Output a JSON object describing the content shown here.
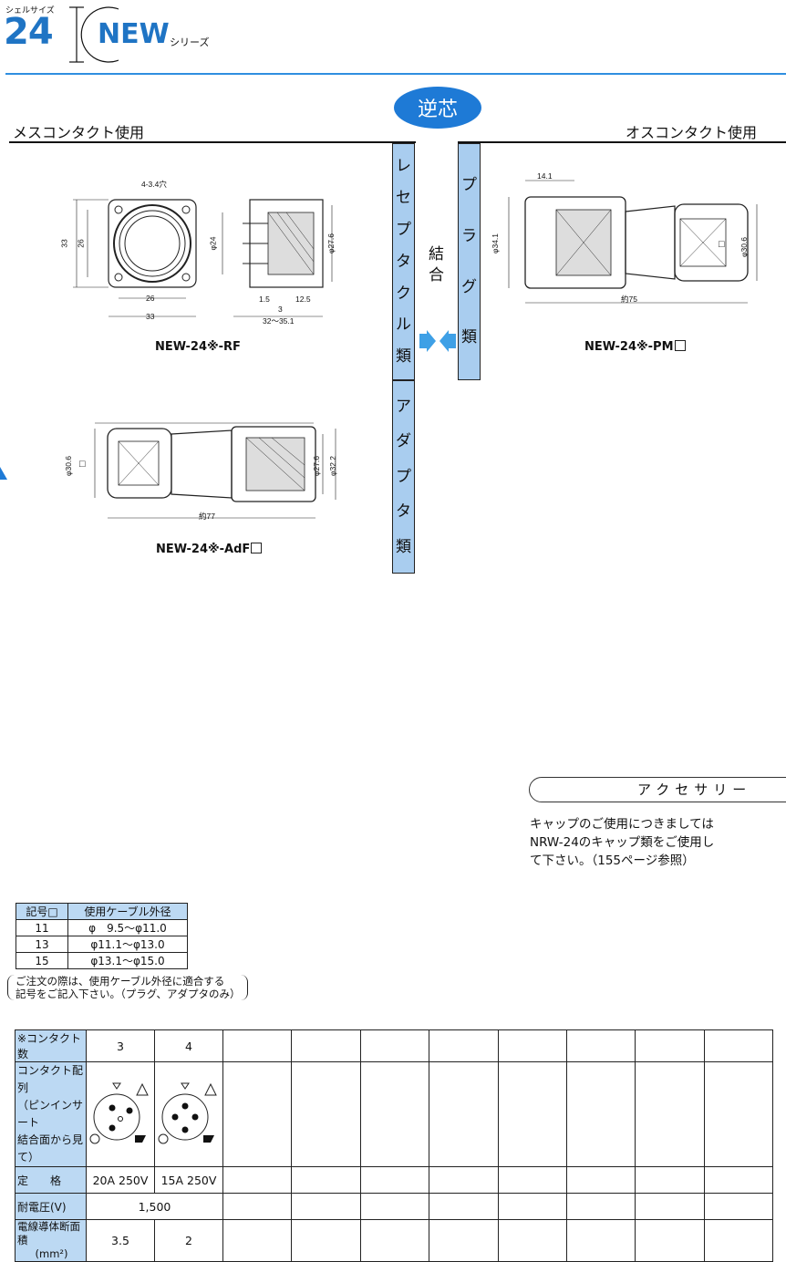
{
  "header": {
    "shell_label": "シェルサイズ",
    "shell_size": "24",
    "series_name": "NEW",
    "series_suffix": "シリーズ"
  },
  "center": {
    "badge": "逆芯",
    "left_heading": "メスコンタクト使用",
    "right_heading": "オスコンタクト使用",
    "col_receptacle": [
      "レ",
      "セ",
      "プ",
      "タ",
      "ク",
      "ル",
      "類"
    ],
    "col_adapter": [
      "ア",
      "ダ",
      "プ",
      "タ",
      "類"
    ],
    "col_plug": [
      "プ",
      "ラ",
      "グ",
      "類"
    ],
    "coupling": [
      "結",
      "合"
    ]
  },
  "drawings": {
    "rf": {
      "caption": "NEW-24※-RF",
      "dims": {
        "holes": "4-3.4穴",
        "h33": "33",
        "h26": "26",
        "w26": "26",
        "w33": "33",
        "d24": "φ24",
        "d276": "φ27.6",
        "a15": "1.5",
        "a125": "12.5",
        "a3": "3",
        "a32": "32〜35.1"
      }
    },
    "pm": {
      "caption": "NEW-24※-PM",
      "dims": {
        "top": "14.1",
        "d341": "φ34.1",
        "d306": "φ30.6",
        "len": "約75",
        "sq": "□"
      }
    },
    "adf": {
      "caption": "NEW-24※-AdF",
      "dims": {
        "d306": "φ30.6",
        "sq": "□",
        "d276": "φ27.6",
        "d322": "φ32.2",
        "len": "約77"
      }
    }
  },
  "accessory": {
    "title": "アクセサリー",
    "body_lines": [
      "キャップのご使用につきましては",
      "NRW-24のキャップ類をご使用し",
      "て下さい。（155ページ参照）"
    ]
  },
  "cable_table": {
    "headers": [
      "記号□",
      "使用ケーブル外径"
    ],
    "rows": [
      [
        "11",
        "φ　9.5〜φ11.0"
      ],
      [
        "13",
        "φ11.1〜φ13.0"
      ],
      [
        "15",
        "φ13.1〜φ15.0"
      ]
    ],
    "note_lines": [
      "ご注文の際は、使用ケーブル外径に適合する",
      "記号をご記入下さい。（プラグ、アダプタのみ）"
    ]
  },
  "spec_table": {
    "labels": {
      "contacts": "※コンタクト数",
      "arrangement": [
        "コンタクト配列",
        "（ピンインサート",
        "結合面から見て）"
      ],
      "rating": "定　　格",
      "voltage": "耐電圧(V)",
      "area": "電線導体断面積",
      "area_unit": "(mm²)"
    },
    "columns": [
      {
        "contacts": "3",
        "rating": "20A 250V",
        "area": "3.5"
      },
      {
        "contacts": "4",
        "rating": "15A 250V",
        "area": "2"
      }
    ],
    "voltage_value": "1,500"
  }
}
